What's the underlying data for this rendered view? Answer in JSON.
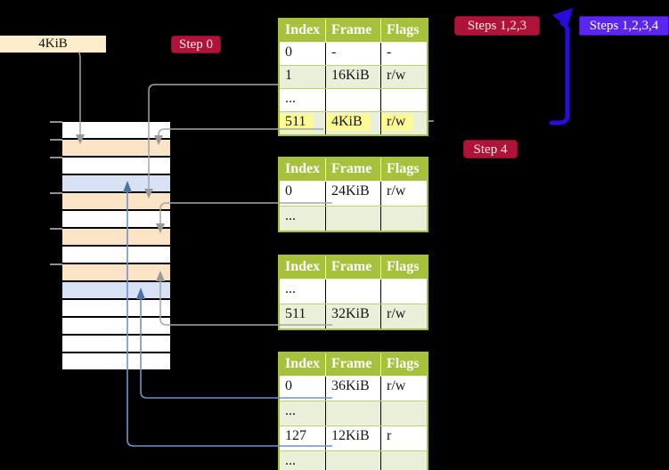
{
  "labels": {
    "frame_size": "4KiB",
    "step0": "Step 0",
    "steps123": "Steps 1,2,3",
    "steps1234": "Steps 1,2,3,4",
    "step4": "Step 4"
  },
  "page_tables": [
    {
      "id": "page-table-level-4",
      "headers": [
        "Index",
        "Frame",
        "Flags"
      ],
      "rows": [
        {
          "cells": [
            "0",
            "-",
            "-"
          ]
        },
        {
          "cells": [
            "1",
            "16KiB",
            "r/w"
          ]
        },
        {
          "cells": [
            "...",
            "",
            ""
          ]
        },
        {
          "cells": [
            "511",
            "4KiB",
            "r/w"
          ],
          "highlight": true
        }
      ]
    },
    {
      "id": "page-table-level-3",
      "headers": [
        "Index",
        "Frame",
        "Flags"
      ],
      "rows": [
        {
          "cells": [
            "0",
            "24KiB",
            "r/w"
          ]
        },
        {
          "cells": [
            "...",
            "",
            ""
          ]
        }
      ]
    },
    {
      "id": "page-table-level-2",
      "headers": [
        "Index",
        "Frame",
        "Flags"
      ],
      "rows": [
        {
          "cells": [
            "...",
            "",
            ""
          ]
        },
        {
          "cells": [
            "511",
            "32KiB",
            "r/w"
          ]
        }
      ]
    },
    {
      "id": "page-table-level-1",
      "headers": [
        "Index",
        "Frame",
        "Flags"
      ],
      "rows": [
        {
          "cells": [
            "0",
            "36KiB",
            "r/w"
          ]
        },
        {
          "cells": [
            "...",
            "",
            ""
          ]
        },
        {
          "cells": [
            "127",
            "12KiB",
            "r"
          ]
        },
        {
          "cells": [
            "...",
            "",
            ""
          ]
        }
      ]
    }
  ],
  "memory_column": {
    "frame_kinds": [
      "free",
      "page-table",
      "free",
      "mapped-page",
      "page-table",
      "free",
      "page-table",
      "free",
      "page-table",
      "mapped-page",
      "free",
      "free",
      "free",
      "free"
    ]
  },
  "colors": {
    "background": "#000000",
    "table_header": "#a6c13c",
    "table_row": "#ffffff",
    "table_row_alt": "#e9efd8",
    "highlight": "#fdfa96",
    "frame_label_bg": "#fceecb",
    "page_table_frame": "#fbe3c5",
    "mapped_page_frame": "#d7e3f4",
    "crimson_badge": "#b01338",
    "violet_badge": "#5a26f0",
    "thick_arrow": "#2a0bdd",
    "gray_connector": "#a6a6a6",
    "blue_connector": "#6e93c5"
  }
}
